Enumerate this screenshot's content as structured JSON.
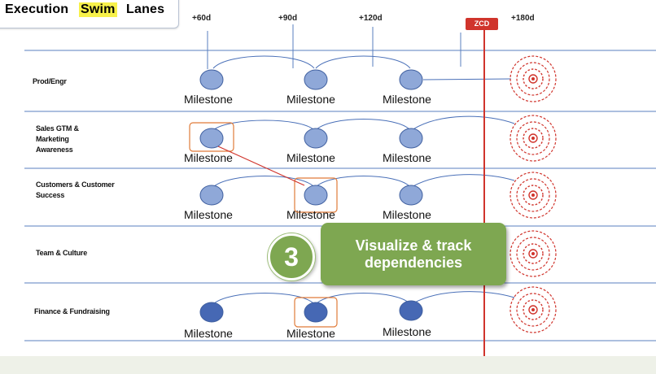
{
  "title": {
    "part1": "Execution",
    "part2": "Swim",
    "part3": "Lanes"
  },
  "timeline": [
    "+60d",
    "+90d",
    "+120d",
    "+180d"
  ],
  "zcd_label": "ZCD",
  "lanes": [
    {
      "label": "Prod/Engr",
      "milestones": [
        "Milestone",
        "Milestone",
        "Milestone"
      ]
    },
    {
      "label": "Sales GTM & Marketing Awareness",
      "milestones": [
        "Milestone",
        "Milestone",
        "Milestone"
      ]
    },
    {
      "label": "Customers & Customer Success",
      "milestones": [
        "Milestone",
        "Milestone",
        "Milestone"
      ]
    },
    {
      "label": "Team & Culture",
      "milestones": []
    },
    {
      "label": "Finance & Fundraising",
      "milestones": [
        "Milestone",
        "Milestone",
        "Milestone"
      ]
    }
  ],
  "callout": {
    "number": "3",
    "line1": "Visualize & track",
    "line2": "dependencies"
  },
  "colors": {
    "milestone_light": "#8fa8d8",
    "milestone_dark": "#4668b4",
    "lane_line": "#5a7fbf",
    "zcd_red": "#d0342c",
    "dependency_orange": "#e07b39",
    "callout_green": "#7ea751"
  }
}
